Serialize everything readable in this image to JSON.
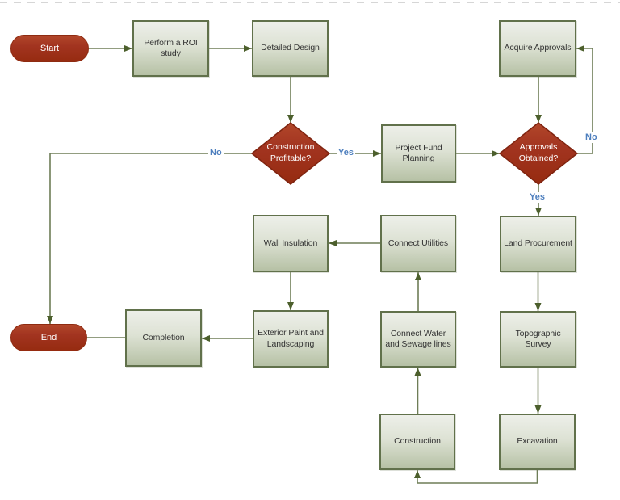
{
  "flowchart": {
    "nodes": {
      "start": {
        "type": "terminator",
        "label": "Start"
      },
      "roi_study": {
        "type": "process",
        "label": "Perform a ROI study"
      },
      "detailed_design": {
        "type": "process",
        "label": "Detailed Design"
      },
      "construction_profitable": {
        "type": "decision",
        "label": "Construction Profitable?"
      },
      "project_fund_planning": {
        "type": "process",
        "label": "Project Fund Planning"
      },
      "approvals_obtained": {
        "type": "decision",
        "label": "Approvals Obtained?"
      },
      "acquire_approvals": {
        "type": "process",
        "label": "Acquire Approvals"
      },
      "land_procurement": {
        "type": "process",
        "label": "Land Procurement"
      },
      "topographic_survey": {
        "type": "process",
        "label": "Topographic Survey"
      },
      "excavation": {
        "type": "process",
        "label": "Excavation"
      },
      "construction": {
        "type": "process",
        "label": "Construction"
      },
      "connect_water_sewage": {
        "type": "process",
        "label": "Connect Water and Sewage lines"
      },
      "connect_utilities": {
        "type": "process",
        "label": "Connect Utilities"
      },
      "wall_insulation": {
        "type": "process",
        "label": "Wall Insulation"
      },
      "exterior_paint_landscaping": {
        "type": "process",
        "label": "Exterior Paint and Landscaping"
      },
      "completion": {
        "type": "process",
        "label": "Completion"
      },
      "end": {
        "type": "terminator",
        "label": "End"
      }
    },
    "edge_labels": {
      "profitable_yes": "Yes",
      "profitable_no": "No",
      "approvals_no": "No",
      "approvals_yes": "Yes"
    },
    "colors": {
      "process_border": "#61714b",
      "process_fill_top": "#edefe9",
      "process_fill_bottom": "#b6c1a5",
      "terminator_decision_red": "#a23420",
      "connector_line": "#6e7d57",
      "arrowhead": "#4c5f2c",
      "edge_label_blue": "#4e7fbe"
    }
  }
}
